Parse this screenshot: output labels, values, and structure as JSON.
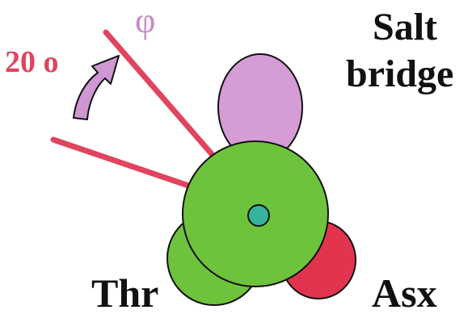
{
  "labels": {
    "salt": "Salt",
    "bridge": "bridge",
    "thr": "Thr",
    "asx": "Asx",
    "angle": "20 o",
    "phi": "φ"
  },
  "colors": {
    "green_atom": "#6ec33c",
    "violet_atom": "#d59cd6",
    "red_atom": "#e2344f",
    "teal_atom": "#35b39f",
    "rotation_lines": "#e0445f",
    "angle_text": "#e0445f",
    "phi_text": "#c58bc4",
    "arrow_fill": "#cf97d3",
    "outline": "#111111"
  },
  "icons": {
    "rotation_arrow": "curved-arrow-icon"
  }
}
